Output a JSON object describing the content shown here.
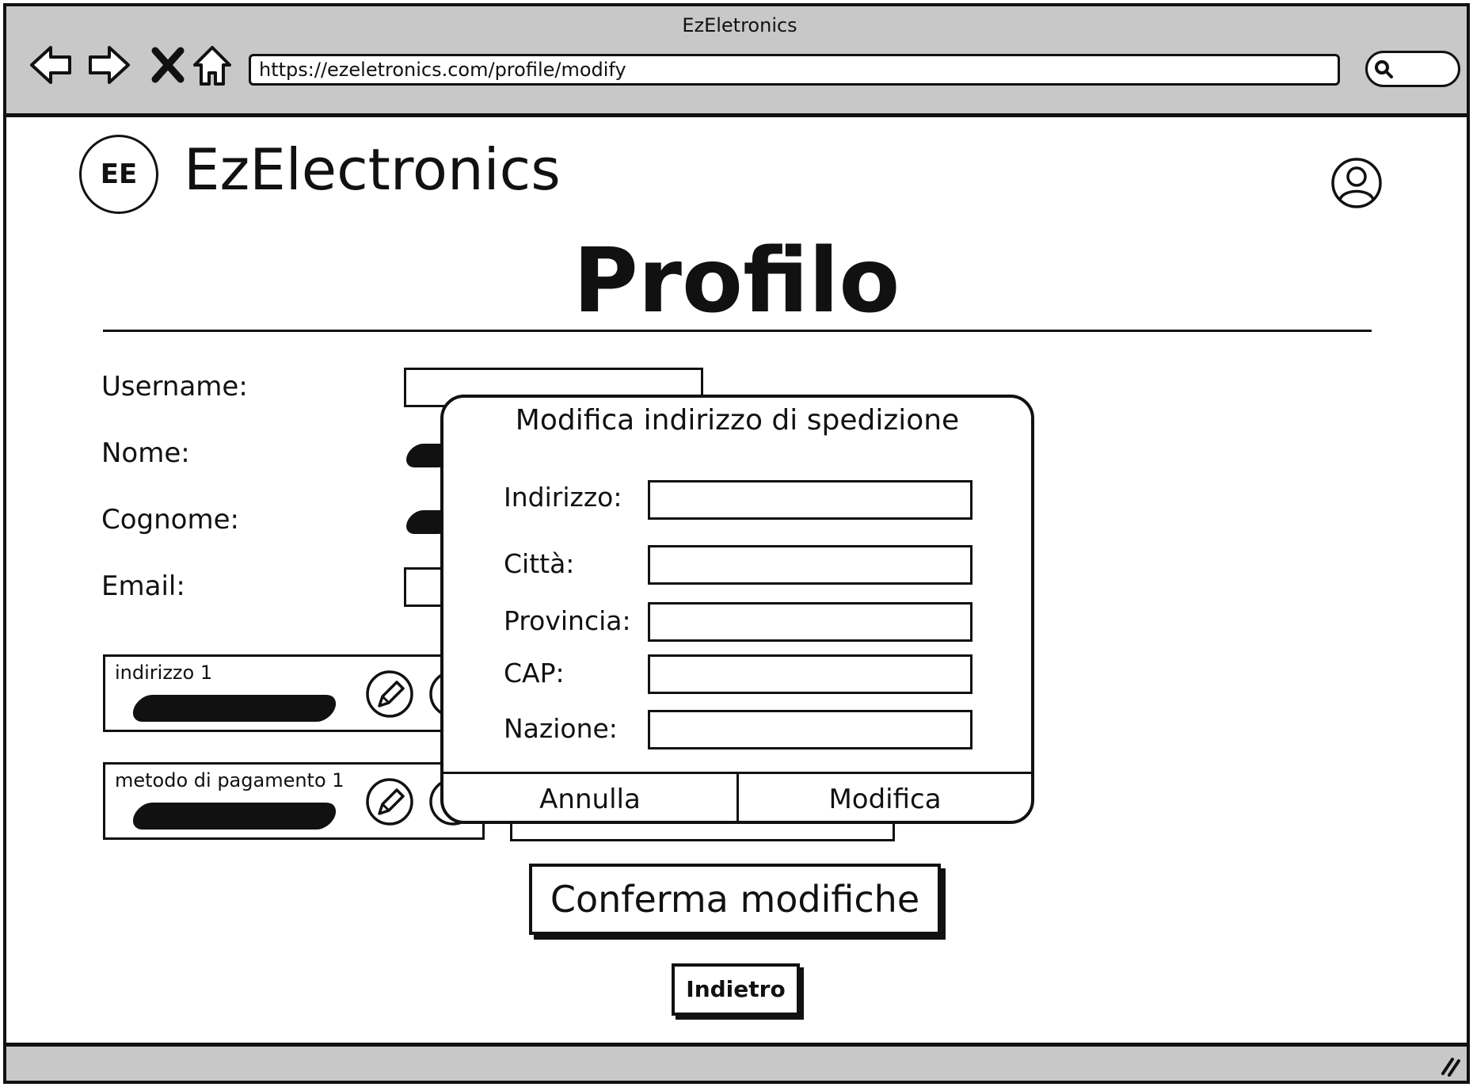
{
  "browser": {
    "title": "EzEletronics",
    "url": "https://ezeletronics.com/profile/modify"
  },
  "header": {
    "logo_text": "EE",
    "brand": "EzElectronics"
  },
  "page": {
    "title": "Profilo",
    "fields": {
      "username_label": "Username:",
      "nome_label": "Nome:",
      "cognome_label": "Cognome:",
      "email_label": "Email:"
    },
    "address_card": {
      "label": "indirizzo 1"
    },
    "payment_card": {
      "label": "metodo di pagamento 1"
    },
    "confirm_label": "Conferma modifiche",
    "back_label": "Indietro"
  },
  "modal": {
    "title": "Modifica indirizzo di spedizione",
    "fields": {
      "indirizzo": "Indirizzo:",
      "citta": "Città:",
      "provincia": "Provincia:",
      "cap": "CAP:",
      "nazione": "Nazione:"
    },
    "cancel_label": "Annulla",
    "submit_label": "Modifica"
  }
}
